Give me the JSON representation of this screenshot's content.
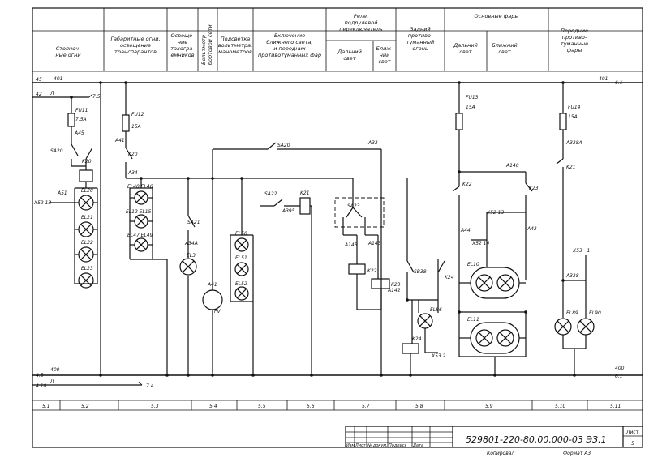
{
  "header": [
    {
      "lines": [
        "Стояноч-",
        "ные огни"
      ]
    },
    {
      "lines": [
        "Габаритные огни,",
        "освещение",
        "транспарантов"
      ]
    },
    {
      "lines": [
        "Освеще-",
        "ние",
        "тахогра-",
        "емников"
      ]
    },
    {
      "lines": [
        "Вольтметр",
        "бортовой сети"
      ]
    },
    {
      "lines": [
        "Подсветка",
        "вольтметра,",
        "манометров"
      ]
    },
    {
      "lines": [
        "Включение",
        "ближнего света,",
        "и передних",
        "противотуманных фар"
      ]
    },
    {
      "lines": [
        "Реле,",
        "подрулевой",
        "переключатель"
      ]
    },
    {
      "lines": [
        "Дальний",
        "свет"
      ]
    },
    {
      "lines": [
        "Ближ-",
        "ний",
        "свет"
      ]
    },
    {
      "lines": [
        "Задний",
        "противо-",
        "туманный",
        "огонь"
      ]
    },
    {
      "lines": [
        "Основные фары"
      ]
    },
    {
      "lines": [
        "Дальний",
        "свет"
      ]
    },
    {
      "lines": [
        "Ближний",
        "свет"
      ]
    },
    {
      "lines": [
        "Передние",
        "противо-",
        "туманные",
        "фары"
      ]
    }
  ],
  "wires": {
    "w45": "45",
    "w401": "401",
    "w42": "42",
    "wL": "Л",
    "w75": "7.5",
    "w401r": "401",
    "w61": "6.1",
    "w400": "400",
    "w45b": "4.5",
    "w410": "4.10",
    "wLb": "Л",
    "w74": "7.4",
    "w400r": "400",
    "w61b": "6.1",
    "A45": "A45",
    "A41": "A41",
    "A34": "A34",
    "A34A": "A34A",
    "A33": "A33",
    "A395": "A395",
    "A145": "A145",
    "A143": "A143",
    "A142": "A142",
    "A140": "A140",
    "A44": "A44",
    "A43": "A43",
    "A338A": "A338A",
    "A338": "A338",
    "X52_12": "X52  12",
    "X52_13": "X52   13",
    "X52_14": "X52   14",
    "X53_2": "X53   2",
    "X53_1": "X53 · 1"
  },
  "components": {
    "FU11": "FU11",
    "FU11r": "7.5A",
    "FU12": "FU12",
    "FU12r": "15A",
    "FU13": "FU13",
    "FU13r": "15A",
    "FU14": "FU14",
    "FU14r": "15A",
    "SA20a": "SA20",
    "SA20b": "SA20",
    "SA21": "SA21",
    "SA22": "SA22",
    "SA23": "SA23",
    "SB38": "SB38",
    "K20a": "K20",
    "K20b": "K20",
    "K21a": "K21",
    "K21b": "K21",
    "K22a": "K22",
    "K22b": "K22",
    "K23a": "K23",
    "K23b": "K23",
    "K24a": "K24",
    "K24b": "K24",
    "A51": "A51",
    "EL20": "EL20",
    "EL21": "EL21",
    "EL22": "EL22",
    "EL23": "EL23",
    "EL40": "EL40 EL46",
    "EL12": "EL12  EL15",
    "EL47": "EL47 EL49",
    "EL3": "EL3",
    "A41pv": "A41",
    "PV": "PV",
    "EL50": "EL50",
    "EL51": "EL51",
    "EL52": "EL52",
    "EL86": "EL86",
    "EL10": "EL10",
    "EL11": "EL11",
    "EL89": "EL89",
    "EL90": "EL90"
  },
  "zones": [
    "5.1",
    "5.2",
    "5.3",
    "5.4",
    "5.5",
    "5.6",
    "5.7",
    "5.8",
    "5.9",
    "5.10",
    "5.11"
  ],
  "title_block": {
    "doc_number": "529801-220-80.00.000-03  ЭЗ.1",
    "sheet_label": "Лист",
    "sheet_number": "5",
    "cols": [
      "Изм",
      "Лист",
      "№ докум.",
      "Подпись",
      "Дата"
    ],
    "copied": "Копировал",
    "format": "Формат  А3"
  }
}
